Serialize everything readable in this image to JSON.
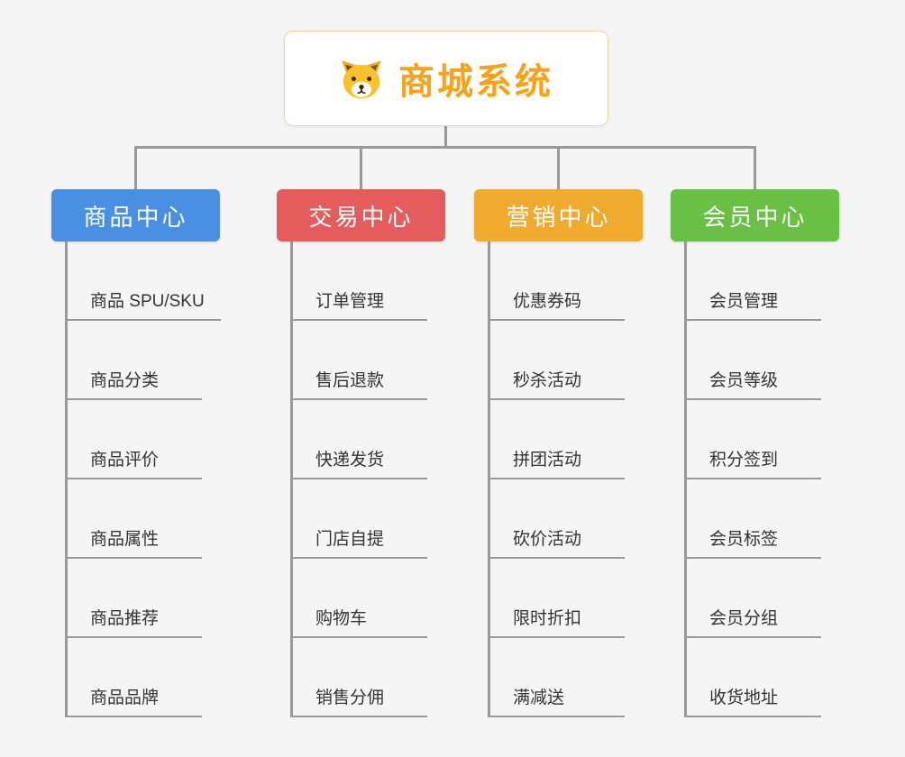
{
  "canvas": {
    "background": "#f5f5f5",
    "line_color": "#999999"
  },
  "root": {
    "title": "商城系统",
    "title_color": "#f7a21b",
    "icon": "dog-icon"
  },
  "branches": [
    {
      "id": "product-center",
      "label": "商品中心",
      "color": "#4a90e2",
      "children": [
        "商品 SPU/SKU",
        "商品分类",
        "商品评价",
        "商品属性",
        "商品推荐",
        "商品品牌"
      ]
    },
    {
      "id": "trade-center",
      "label": "交易中心",
      "color": "#e45c5c",
      "children": [
        "订单管理",
        "售后退款",
        "快递发货",
        "门店自提",
        "购物车",
        "销售分佣"
      ]
    },
    {
      "id": "marketing-center",
      "label": "营销中心",
      "color": "#f0ab2f",
      "children": [
        "优惠券码",
        "秒杀活动",
        "拼团活动",
        "砍价活动",
        "限时折扣",
        "满减送"
      ]
    },
    {
      "id": "member-center",
      "label": "会员中心",
      "color": "#6abf45",
      "children": [
        "会员管理",
        "会员等级",
        "积分签到",
        "会员标签",
        "会员分组",
        "收货地址"
      ]
    }
  ]
}
